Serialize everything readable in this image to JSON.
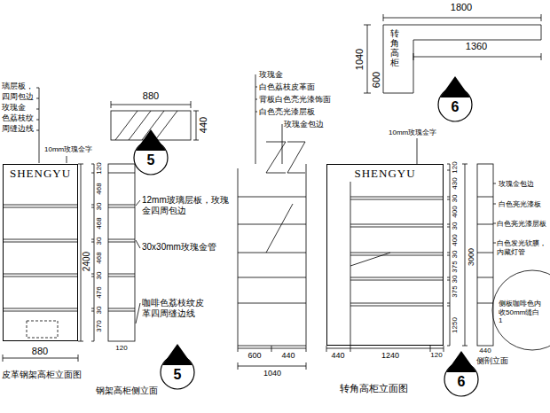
{
  "diagram": {
    "nodes": [
      {
        "text": [
          "6"
        ]
      },
      {
        "text": [
          "5"
        ]
      },
      {
        "text": [
          "SHENGYU"
        ]
      },
      {
        "text": [
          "SHENGYU"
        ]
      },
      {
        "text": [
          "5"
        ]
      },
      {
        "text": [
          "6"
        ]
      }
    ],
    "labels": [
      "璃层板，",
      "四周包边",
      "玫瑰金",
      "色荔枝纹",
      "周缝边线",
      "880",
      "440",
      "10mm玫瑰金字",
      "120",
      "468",
      "30",
      "468",
      "30",
      "468",
      "30",
      "476",
      "30",
      "370",
      "2400",
      "880",
      "120",
      "12mm玻璃层板，玫瑰金四周包边",
      "30x30mm玫瑰金管",
      "咖啡色荔枝纹皮革四周缝边线",
      "皮革钢架高柜立面图",
      "钢架高柜侧立面",
      "1800",
      "1040",
      "转角高柜",
      "1360",
      "600",
      "玫瑰金",
      "白色荔枝皮革面",
      "背板白色亮光漆饰面",
      "白色亮光漆层板",
      "玫瑰金包边",
      "10mm玫瑰金字",
      "120",
      "430",
      "30",
      "400",
      "30",
      "400",
      "30",
      "375",
      "30",
      "375",
      "1250",
      "3000",
      "玫瑰金包边",
      "白色亮光漆板",
      "白色亮光漆层板",
      "白色发光软膜，内藏灯管",
      "侧板咖啡色内收50mm缝白1",
      "侧剖立面",
      "440",
      "600",
      "440",
      "1040",
      "440",
      "1240",
      "120",
      "转角高柜立面图"
    ]
  }
}
